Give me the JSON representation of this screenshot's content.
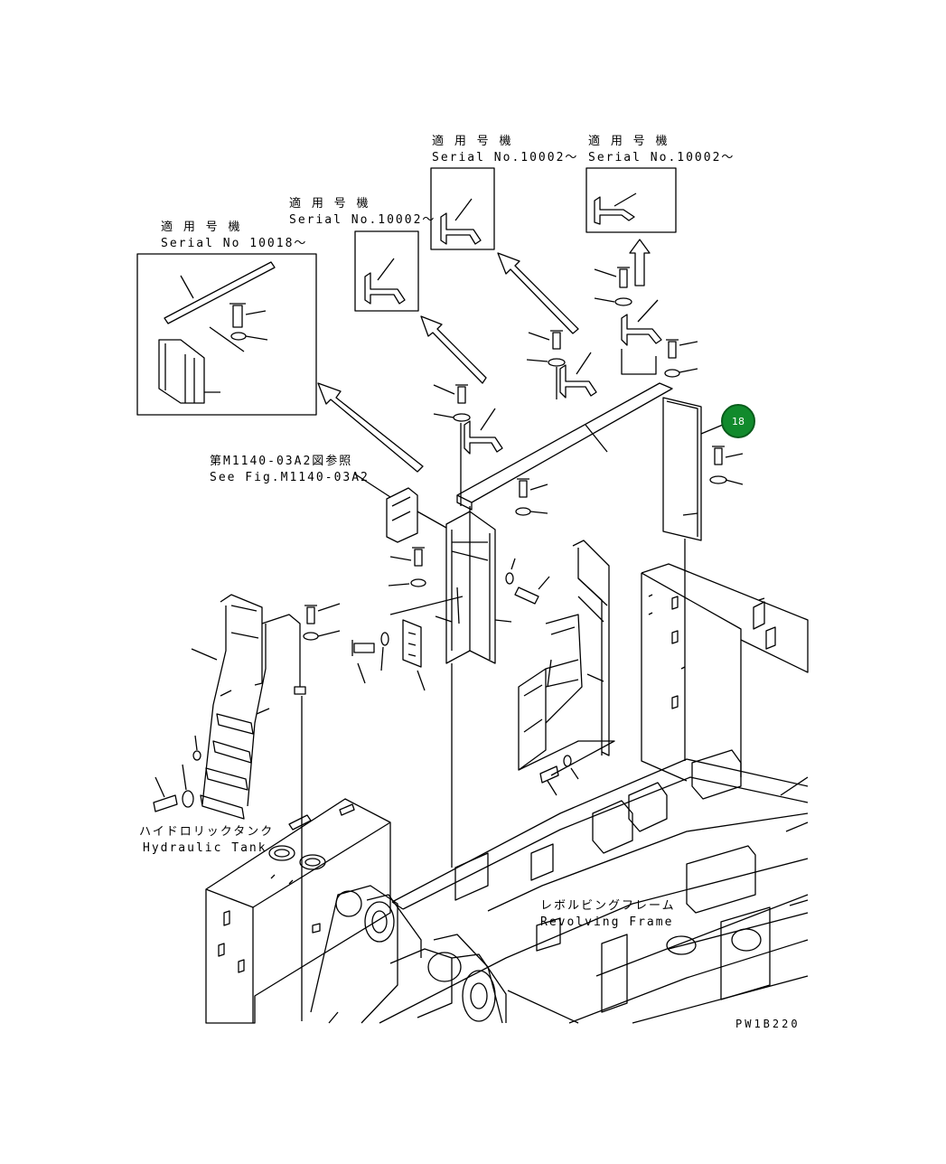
{
  "inset_labels": {
    "inset1": {
      "jp": "適 用 号 機",
      "serial": "Serial No 10018～"
    },
    "inset2": {
      "jp": "適 用 号 機",
      "serial": "Serial No.10002～"
    },
    "inset3": {
      "jp": "適 用 号 機",
      "serial": "Serial No.10002～"
    },
    "inset4": {
      "jp": "適 用 号 機",
      "serial": "Serial No.10002～"
    }
  },
  "reference": {
    "jp": "第M1140-03A2図参照",
    "en": "See Fig.M1140-03A2"
  },
  "hydraulic_tank": {
    "jp": "ハイドロリックタンク",
    "en": "Hydraulic Tank"
  },
  "revolving_frame": {
    "jp": "レボルビングフレーム",
    "en": "Revolving Frame"
  },
  "callout": {
    "label": "18",
    "color": "#118a2c"
  },
  "drawing_code": "PW1B220"
}
